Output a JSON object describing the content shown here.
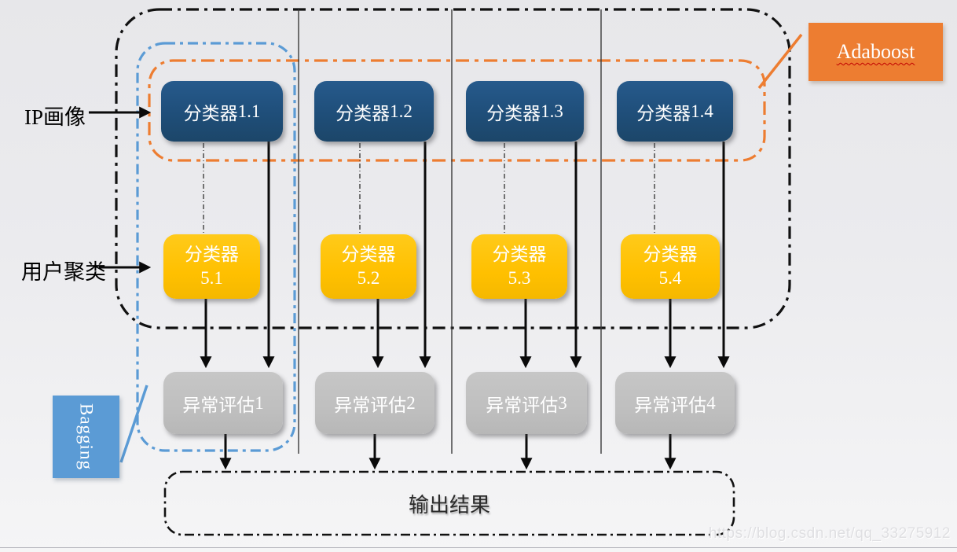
{
  "annotations": {
    "ip_label": "IP画像",
    "cluster_label": "用户聚类",
    "adaboost_label": "Adaboost",
    "bagging_label": "Bagging"
  },
  "classifier_row": [
    {
      "prefix": "分类器",
      "num": "1.1"
    },
    {
      "prefix": "分类器",
      "num": "1.2"
    },
    {
      "prefix": "分类器",
      "num": "1.3"
    },
    {
      "prefix": "分类器",
      "num": "1.4"
    }
  ],
  "cluster_row": [
    {
      "prefix": "分类器",
      "num": "5.1"
    },
    {
      "prefix": "分类器",
      "num": "5.2"
    },
    {
      "prefix": "分类器",
      "num": "5.3"
    },
    {
      "prefix": "分类器",
      "num": "5.4"
    }
  ],
  "assessment_row": [
    {
      "prefix": "异常评估",
      "num": "1"
    },
    {
      "prefix": "异常评估",
      "num": "2"
    },
    {
      "prefix": "异常评估",
      "num": "3"
    },
    {
      "prefix": "异常评估",
      "num": "4"
    }
  ],
  "output": {
    "label": "输出结果"
  },
  "watermark": "https://blog.csdn.net/qq_33275912",
  "colors": {
    "classifier_blue": "#1f4e79",
    "cluster_yellow": "#ffc000",
    "assessment_gray": "#bfbfbf",
    "adaboost_orange": "#ed7d31",
    "bagging_blue": "#5b9bd5",
    "border_black": "#111111"
  }
}
